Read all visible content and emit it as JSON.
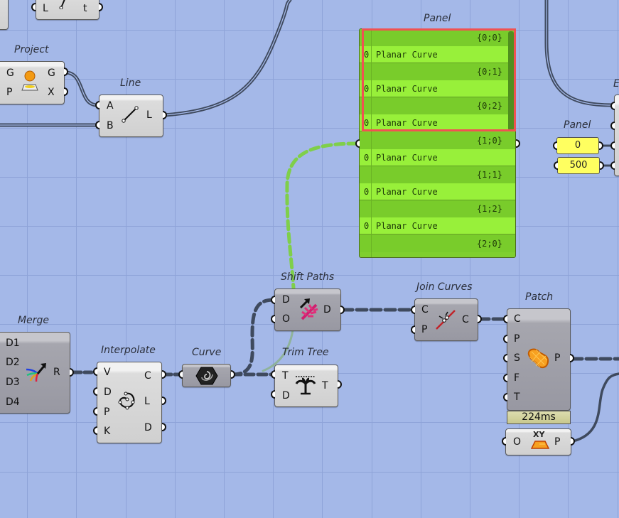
{
  "canvas": {
    "background": "#a4b8e8",
    "grid_color": "#8ea3d8"
  },
  "nodes": {
    "top_partial": {
      "inputs": [
        "L"
      ],
      "outputs": [
        "t"
      ]
    },
    "project": {
      "title": "Project",
      "inputs": [
        "G",
        "P"
      ],
      "outputs": [
        "G",
        "X"
      ]
    },
    "line": {
      "title": "Line",
      "inputs": [
        "A",
        "B"
      ],
      "outputs": [
        "L"
      ]
    },
    "merge": {
      "title": "Merge",
      "inputs": [
        "D1",
        "D2",
        "D3",
        "D4"
      ],
      "outputs": [
        "R"
      ]
    },
    "interpolate": {
      "title": "Interpolate",
      "inputs": [
        "V",
        "D",
        "P",
        "K"
      ],
      "outputs": [
        "C",
        "L",
        "D"
      ]
    },
    "curve": {
      "title": "Curve"
    },
    "shift_paths": {
      "title": "Shift Paths",
      "inputs": [
        "D",
        "O"
      ],
      "outputs": [
        "D"
      ]
    },
    "trim_tree": {
      "title": "Trim Tree",
      "inputs": [
        "T",
        "D"
      ],
      "outputs": [
        "T"
      ]
    },
    "join_curves": {
      "title": "Join Curves",
      "inputs": [
        "C",
        "P"
      ],
      "outputs": [
        "C"
      ]
    },
    "patch": {
      "title": "Patch",
      "inputs": [
        "C",
        "P",
        "S",
        "F",
        "T"
      ],
      "outputs": [
        "P"
      ],
      "timer": "224ms"
    },
    "xy_plane": {
      "inputs": [
        "O"
      ],
      "outputs": [
        "P"
      ],
      "icon_label": "XY"
    },
    "right_partial": {
      "title_fragment": "E"
    }
  },
  "panel": {
    "title": "Panel",
    "rows": [
      {
        "path": "{0;0}",
        "index": "0",
        "value": "Planar Curve"
      },
      {
        "path": "{0;1}",
        "index": "0",
        "value": "Planar Curve"
      },
      {
        "path": "{0;2}",
        "index": "0",
        "value": "Planar Curve"
      },
      {
        "path": "{1;0}",
        "index": "0",
        "value": "Planar Curve"
      },
      {
        "path": "{1;1}",
        "index": "0",
        "value": "Planar Curve"
      },
      {
        "path": "{1;2}",
        "index": "0",
        "value": "Planar Curve"
      },
      {
        "path": "{2;0}"
      }
    ],
    "selection_color": "#f05252",
    "fill_color": "#98f03a"
  },
  "small_panel": {
    "title": "Panel",
    "values": [
      "0",
      "500"
    ],
    "color": "#ffff60"
  }
}
